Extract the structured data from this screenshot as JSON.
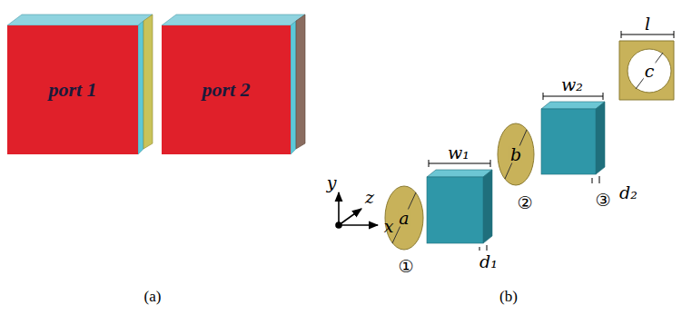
{
  "diagram": {
    "nodes": [
      {
        "text": [
          "port 1"
        ]
      },
      {
        "text": [
          "port 2"
        ]
      }
    ],
    "labels": [
      "y",
      "z",
      "x",
      "a",
      "w₁",
      "d₁",
      "①",
      "b",
      "②",
      "w₂",
      "d₂",
      "③",
      "l",
      "c",
      "(a)",
      "(b)"
    ]
  }
}
